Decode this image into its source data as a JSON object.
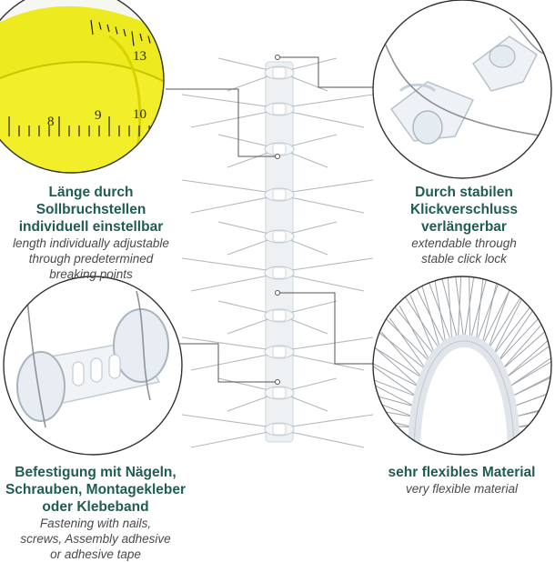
{
  "colors": {
    "accent": "#1f5c52",
    "circle_stroke": "#333333",
    "tape_yellow": "#f2ee2a",
    "spike": "#b8bcc0",
    "plastic": "#e9eef3"
  },
  "measuring_tape": {
    "numbers": [
      "13",
      "8",
      "9",
      "10"
    ]
  },
  "captions": {
    "length": {
      "de": [
        "Länge durch",
        "Sollbruchstellen",
        "individuell einstellbar"
      ],
      "en": [
        "length individually adjustable",
        "through predetermined",
        "breaking points"
      ]
    },
    "click_lock": {
      "de": [
        "Durch stabilen",
        "Klickverschluss",
        "verlängerbar"
      ],
      "en": [
        "extendable through",
        "stable click lock"
      ]
    },
    "fastening": {
      "de": [
        "Befestigung mit Nägeln,",
        "Schrauben, Montagekleber",
        "oder Klebeband"
      ],
      "en": [
        "Fastening with nails,",
        "screws, Assembly adhesive",
        "or adhesive tape"
      ]
    },
    "flexible": {
      "de": [
        "sehr flexibles Material"
      ],
      "en": [
        "very flexible material"
      ]
    }
  }
}
